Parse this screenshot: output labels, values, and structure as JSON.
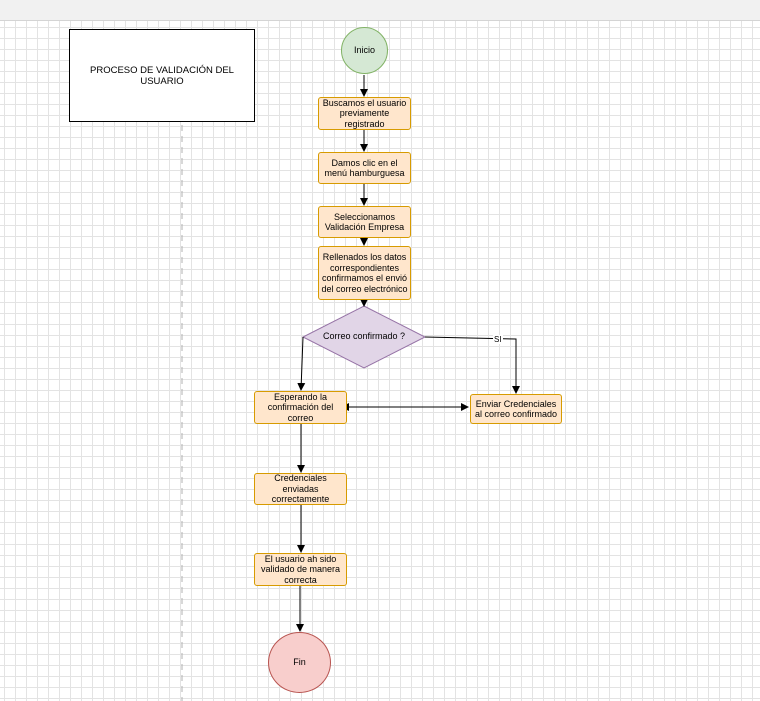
{
  "diagram": {
    "title": "PROCESO DE VALIDACIÓN  DEL USUARIO",
    "nodes": {
      "start": "Inicio",
      "search_user": "Buscamos el usuario previamente registrado",
      "hamburger_menu": "Damos clic en el menú hamburguesa",
      "select_validation": "Seleccionamos Validación Empresa",
      "fill_data": "Rellenados los datos correspondientes confirmamos el envió del correo electrónico",
      "decision": "Correo confirmado ?",
      "waiting": "Esperando la confirmación del correo",
      "send_credentials": "Enviar Credenciales al correo confirmado",
      "credentials_sent": "Credenciales enviadas correctamente",
      "user_validated": "El usuario ah sido validado de manera correcta",
      "end": "Fin"
    },
    "edge_labels": {
      "yes": "SI"
    }
  },
  "colors": {
    "process_fill": "#ffe6cc",
    "process_stroke": "#d79b00",
    "start_fill": "#d5e8d4",
    "start_stroke": "#82b366",
    "end_fill": "#f8cecc",
    "end_stroke": "#b85450",
    "decision_fill": "#e1d5e7",
    "decision_stroke": "#9673a6"
  }
}
